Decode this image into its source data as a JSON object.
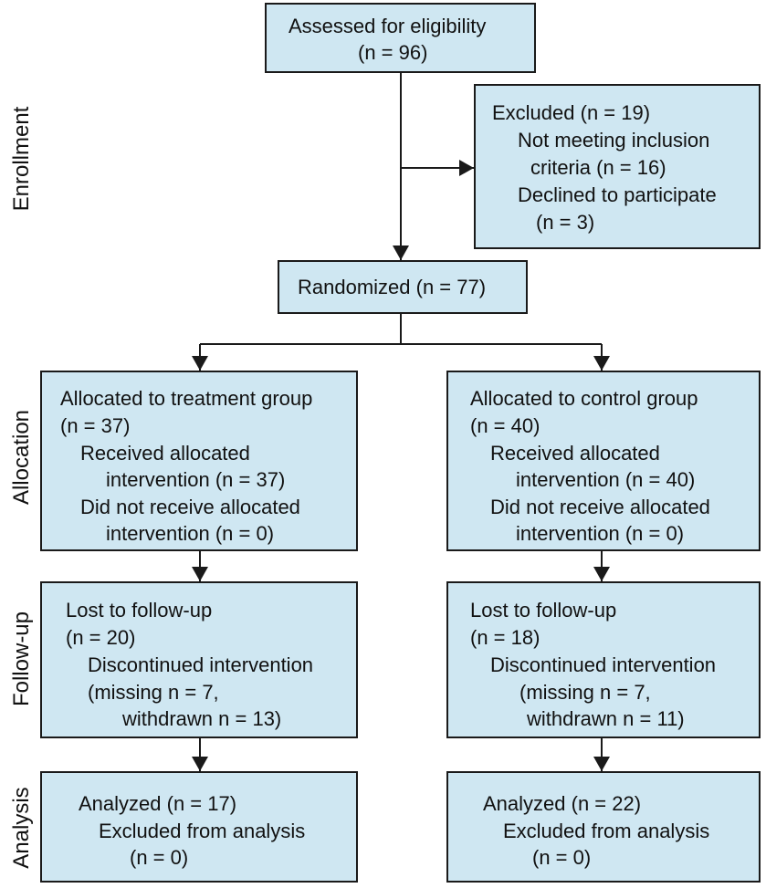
{
  "stages": {
    "enrollment": "Enrollment",
    "allocation": "Allocation",
    "followup": "Follow-up",
    "analysis": "Analysis"
  },
  "boxes": {
    "assessed": [
      "Assessed for eligibility",
      "(n = 96)"
    ],
    "excluded": [
      "Excluded (n = 19)",
      "Not meeting inclusion",
      "criteria (n = 16)",
      "Declined to participate",
      "(n = 3)"
    ],
    "randomized": [
      "Randomized (n = 77)"
    ],
    "alloc_treatment": [
      "Allocated to treatment group",
      "(n = 37)",
      "Received allocated",
      "intervention (n = 37)",
      "Did not receive allocated",
      "intervention (n = 0)"
    ],
    "alloc_control": [
      "Allocated to control group",
      "(n = 40)",
      "Received allocated",
      "intervention (n = 40)",
      "Did not receive allocated",
      "intervention (n = 0)"
    ],
    "follow_treatment": [
      "Lost to follow-up",
      "(n = 20)",
      "Discontinued intervention",
      "(missing n = 7,",
      "withdrawn n = 13)"
    ],
    "follow_control": [
      "Lost to follow-up",
      "(n = 18)",
      "Discontinued intervention",
      "(missing n = 7,",
      "withdrawn n = 11)"
    ],
    "analysis_treatment": [
      "Analyzed (n = 17)",
      "Excluded from analysis",
      "(n = 0)"
    ],
    "analysis_control": [
      "Analyzed (n = 22)",
      "Excluded from analysis",
      "(n = 0)"
    ]
  },
  "colors": {
    "box_fill": "#cfe7f2",
    "box_border": "#1a1a1a",
    "arrow": "#1a1a1a"
  }
}
